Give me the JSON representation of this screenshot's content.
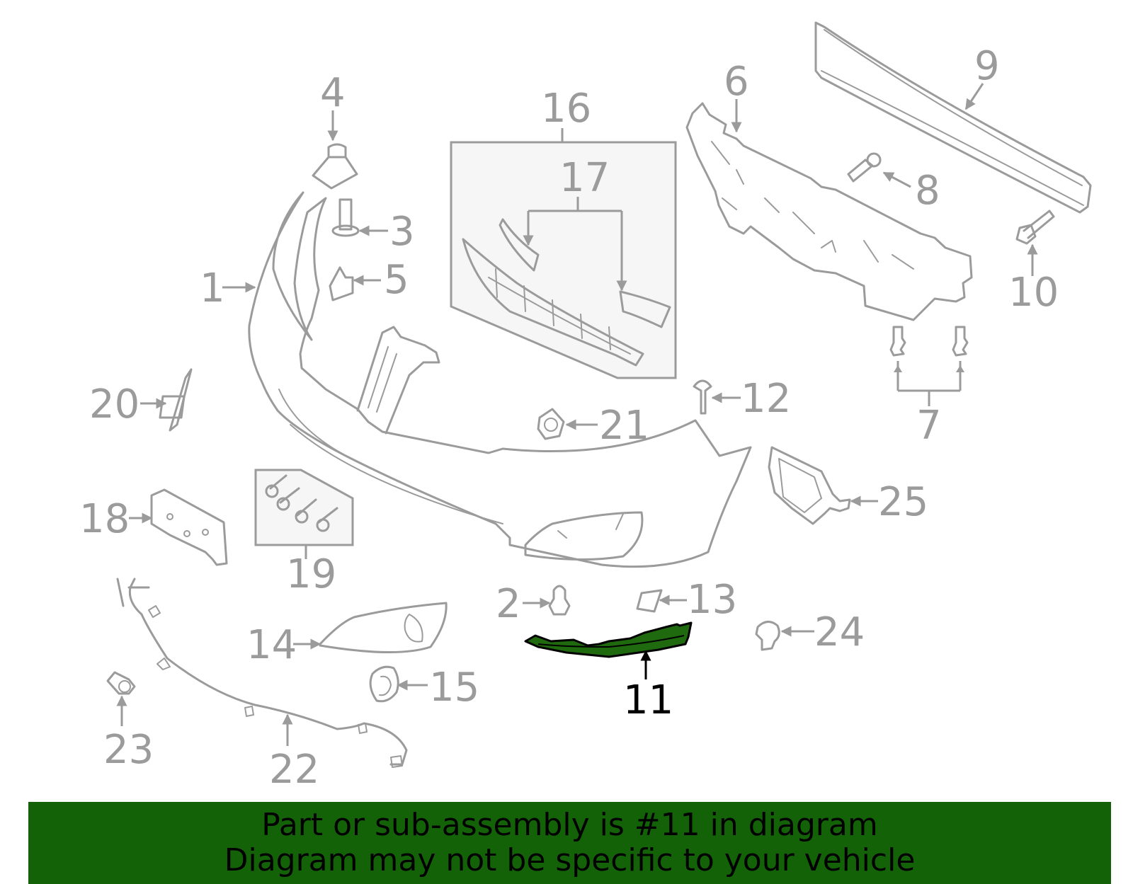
{
  "colors": {
    "line_art": "#9b9b9b",
    "highlight_fill": "#1f6a0f",
    "highlight_label": "#000000",
    "banner_bg": "#136208",
    "banner_text": "#000000"
  },
  "highlighted_part": "11",
  "callouts": {
    "c1": "1",
    "c2": "2",
    "c3": "3",
    "c4": "4",
    "c5": "5",
    "c6": "6",
    "c7": "7",
    "c8": "8",
    "c9": "9",
    "c10": "10",
    "c11": "11",
    "c12": "12",
    "c13": "13",
    "c14": "14",
    "c15": "15",
    "c16": "16",
    "c17": "17",
    "c18": "18",
    "c19": "19",
    "c20": "20",
    "c21": "21",
    "c22": "22",
    "c23": "23",
    "c24": "24",
    "c25": "25"
  },
  "banner": {
    "line1": "Part or sub-assembly is #11 in diagram",
    "line2": "Diagram may not be specific to your vehicle"
  }
}
